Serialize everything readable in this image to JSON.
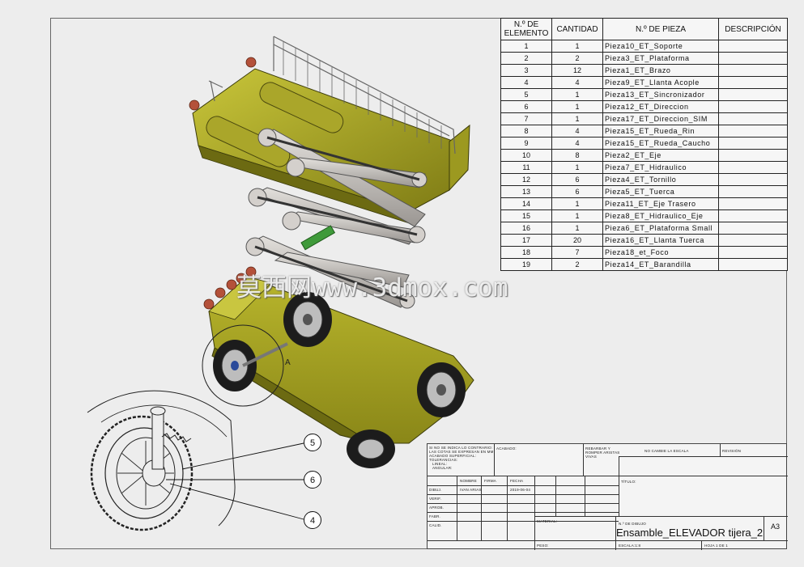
{
  "bom": {
    "headers": [
      "N.º DE ELEMENTO",
      "CANTIDAD",
      "N.º DE PIEZA",
      "DESCRIPCIÓN"
    ],
    "rows": [
      [
        "1",
        "1",
        "Pieza10_ET_Soporte",
        ""
      ],
      [
        "2",
        "2",
        "Pieza3_ET_Plataforma",
        ""
      ],
      [
        "3",
        "12",
        "Pieza1_ET_Brazo",
        ""
      ],
      [
        "4",
        "4",
        "Pieza9_ET_Llanta Acople",
        ""
      ],
      [
        "5",
        "1",
        "Pieza13_ET_Sincronizador",
        ""
      ],
      [
        "6",
        "1",
        "Pieza12_ET_Direccion",
        ""
      ],
      [
        "7",
        "1",
        "Pieza17_ET_Direccion_SIM",
        ""
      ],
      [
        "8",
        "4",
        "Pieza15_ET_Rueda_Rin",
        ""
      ],
      [
        "9",
        "4",
        "Pieza15_ET_Rueda_Caucho",
        ""
      ],
      [
        "10",
        "8",
        "Pieza2_ET_Eje",
        ""
      ],
      [
        "11",
        "1",
        "Pieza7_ET_Hidraulico",
        ""
      ],
      [
        "12",
        "6",
        "Pieza4_ET_Tornillo",
        ""
      ],
      [
        "13",
        "6",
        "Pieza5_ET_Tuerca",
        ""
      ],
      [
        "14",
        "1",
        "Pieza11_ET_Eje Trasero",
        ""
      ],
      [
        "15",
        "1",
        "Pieza8_ET_Hidraulico_Eje",
        ""
      ],
      [
        "16",
        "1",
        "Pieza6_ET_Plataforma Small",
        ""
      ],
      [
        "17",
        "20",
        "Pieza16_ET_Llanta Tuerca",
        ""
      ],
      [
        "18",
        "7",
        "Pieza18_et_Foco",
        ""
      ],
      [
        "19",
        "2",
        "Pieza14_ET_Barandilla",
        ""
      ]
    ]
  },
  "watermark": "莫西网www.3dmox.com",
  "detail": {
    "label": "A",
    "balloons": [
      "5",
      "6",
      "4"
    ]
  },
  "title_block": {
    "notes": [
      "SI NO SE INDICA LO CONTRARIO:",
      "LAS COTAS SE EXPRESAN EN MM",
      "ACABADO SUPERFICIAL:",
      "TOLERANCIAS:",
      "LINEAL:",
      "ANGULAR:"
    ],
    "finish": "ACABADO:",
    "edges": [
      "REBARBAR Y",
      "ROMPER ARISTAS",
      "VIVAS"
    ],
    "no_scale": "NO CAMBIE LA ESCALA",
    "revision": "REVISIÓN",
    "col_headers": [
      "NOMBRE",
      "FIRMA",
      "FECHA"
    ],
    "roles": [
      "DIBUJ.",
      "VERIF.",
      "APROB.",
      "FABR.",
      "CALID."
    ],
    "drawer": "IVAN ARIAS",
    "date": "2019-06-04",
    "titulo": "TÍTULO:",
    "material": "MATERIAL:",
    "dwg_no_label": "N.º DE DIBUJO",
    "drawing_title": "Ensamble_ELEVADOR tijera_2",
    "size": "A3",
    "peso": "PESO:",
    "escala": "ESCALA:1:8",
    "hoja": "HOJA 1 DE 1"
  }
}
